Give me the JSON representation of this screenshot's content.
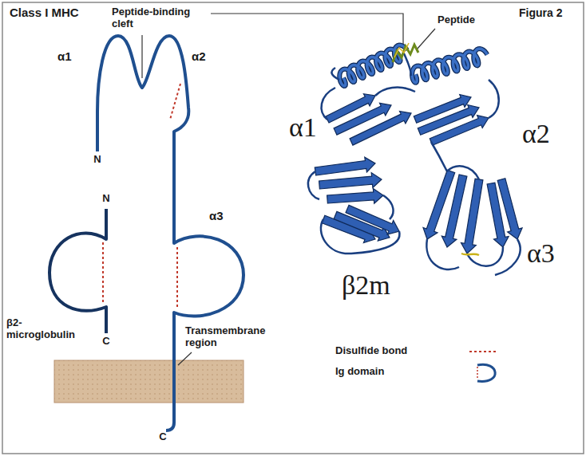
{
  "diagram": {
    "title": "Class I MHC",
    "labels": [
      "Figura 2",
      "Peptide-binding cleft",
      "Peptide",
      "α1",
      "α2",
      "N",
      "N",
      "α3",
      "β2-microglobulin",
      "C",
      "Transmembrane region",
      "C",
      "α1",
      "α2",
      "β2m",
      "α3"
    ],
    "legend": [
      {
        "text": "Disulfide bond"
      },
      {
        "text": "Ig domain"
      }
    ]
  }
}
